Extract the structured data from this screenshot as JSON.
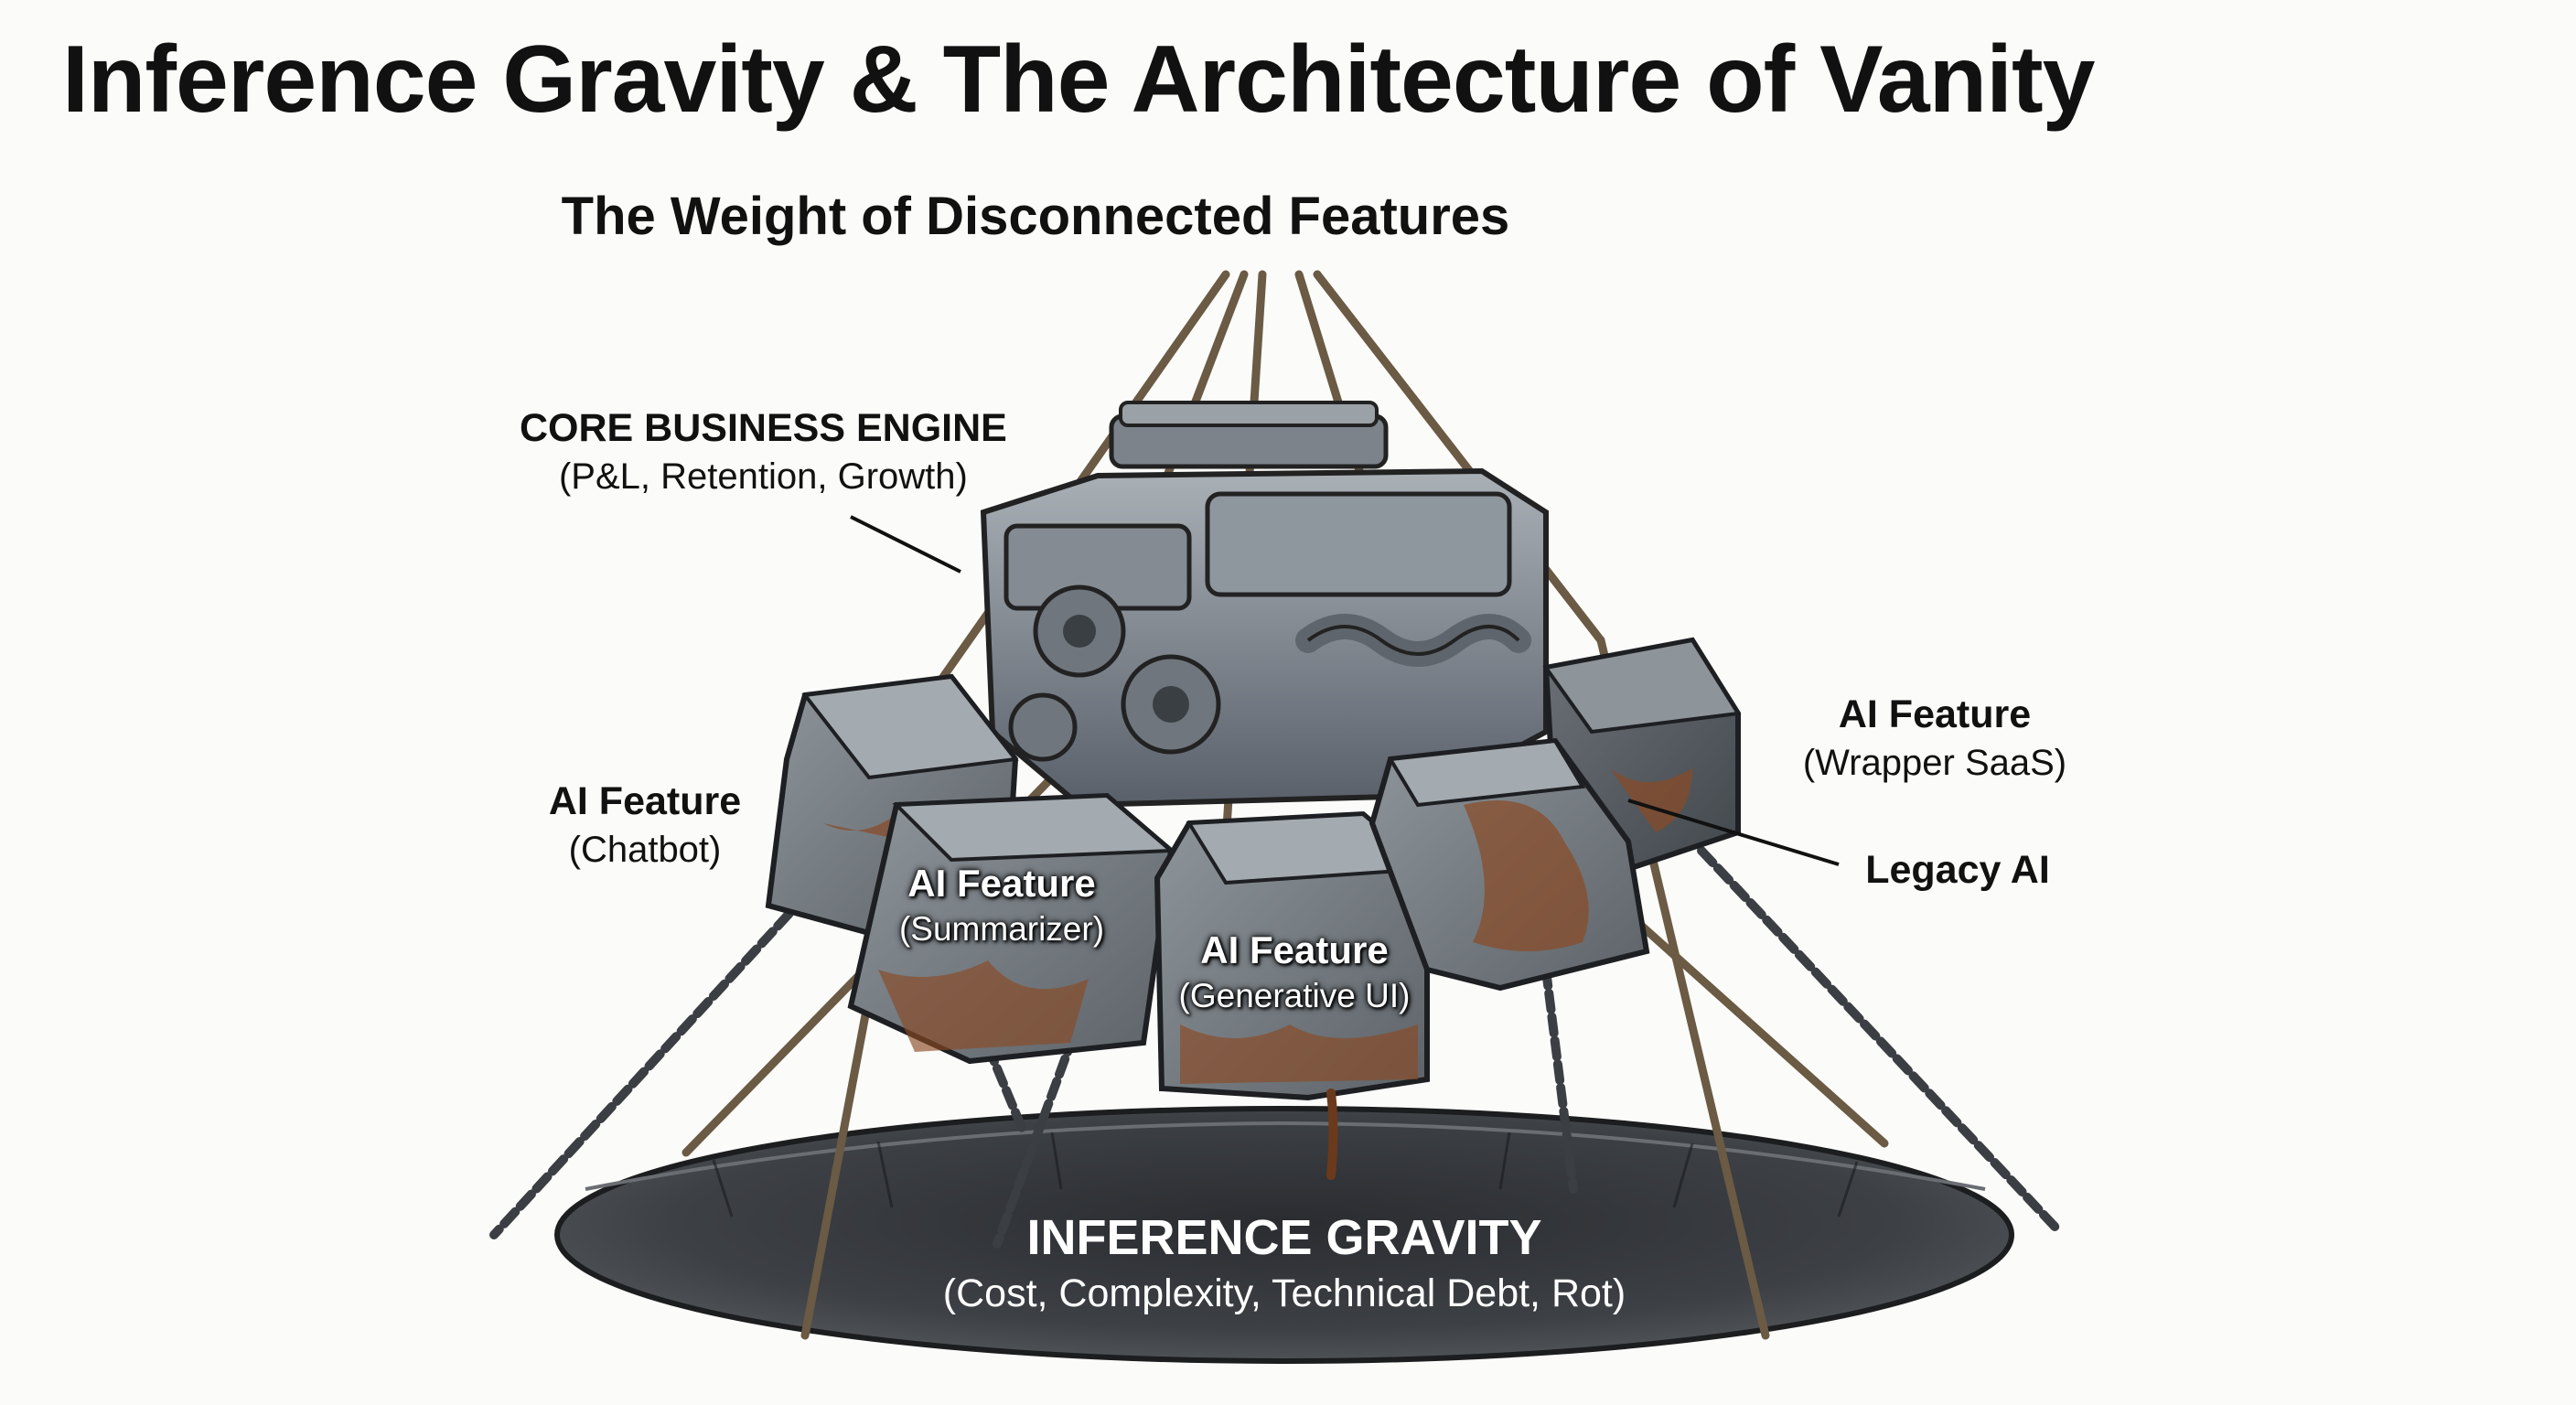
{
  "title": "Inference Gravity & The Architecture of Vanity",
  "subtitle": "The Weight of Disconnected Features",
  "labels": {
    "core": {
      "title": "CORE BUSINESS ENGINE",
      "detail": "(P&L, Retention, Growth)"
    },
    "chatbot": {
      "title": "AI Feature",
      "detail": "(Chatbot)"
    },
    "summarizer": {
      "title": "AI Feature",
      "detail": "(Summarizer)"
    },
    "generative_ui": {
      "title": "AI Feature",
      "detail": "(Generative UI)"
    },
    "wrapper_saas": {
      "title": "AI Feature",
      "detail": "(Wrapper SaaS)"
    },
    "legacy": {
      "title": "Legacy AI"
    },
    "gravity": {
      "title": "INFERENCE GRAVITY",
      "detail": "(Cost, Complexity, Technical Debt, Rot)"
    }
  }
}
